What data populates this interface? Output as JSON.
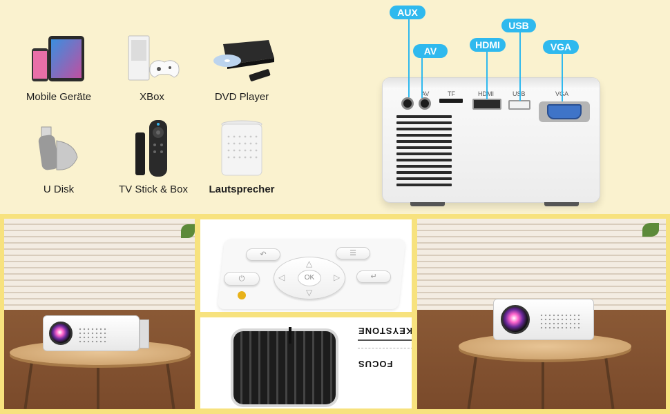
{
  "devices": [
    {
      "label": "Mobile Geräte",
      "icon": "phone-tablet-icon"
    },
    {
      "label": "XBox",
      "icon": "xbox-console-icon"
    },
    {
      "label": "DVD Player",
      "icon": "dvd-player-icon"
    },
    {
      "label": "U Disk",
      "icon": "usb-drive-icon"
    },
    {
      "label": "TV Stick & Box",
      "icon": "tv-stick-icon"
    },
    {
      "label": "Lautsprecher",
      "icon": "speaker-icon"
    }
  ],
  "ports": {
    "callouts": [
      "AUX",
      "AV",
      "HDMI",
      "USB",
      "VGA"
    ],
    "printed": [
      "AV",
      "TF",
      "HDMI",
      "USB",
      "VGA"
    ]
  },
  "keypad": {
    "ok_label": "OK"
  },
  "lens_controls": {
    "keystone_label": "KEYSTONE",
    "focus_label": "FOCUS"
  },
  "colors": {
    "accent": "#2fb9ee",
    "background": "#faf2cf",
    "frame": "#f7e27e"
  }
}
